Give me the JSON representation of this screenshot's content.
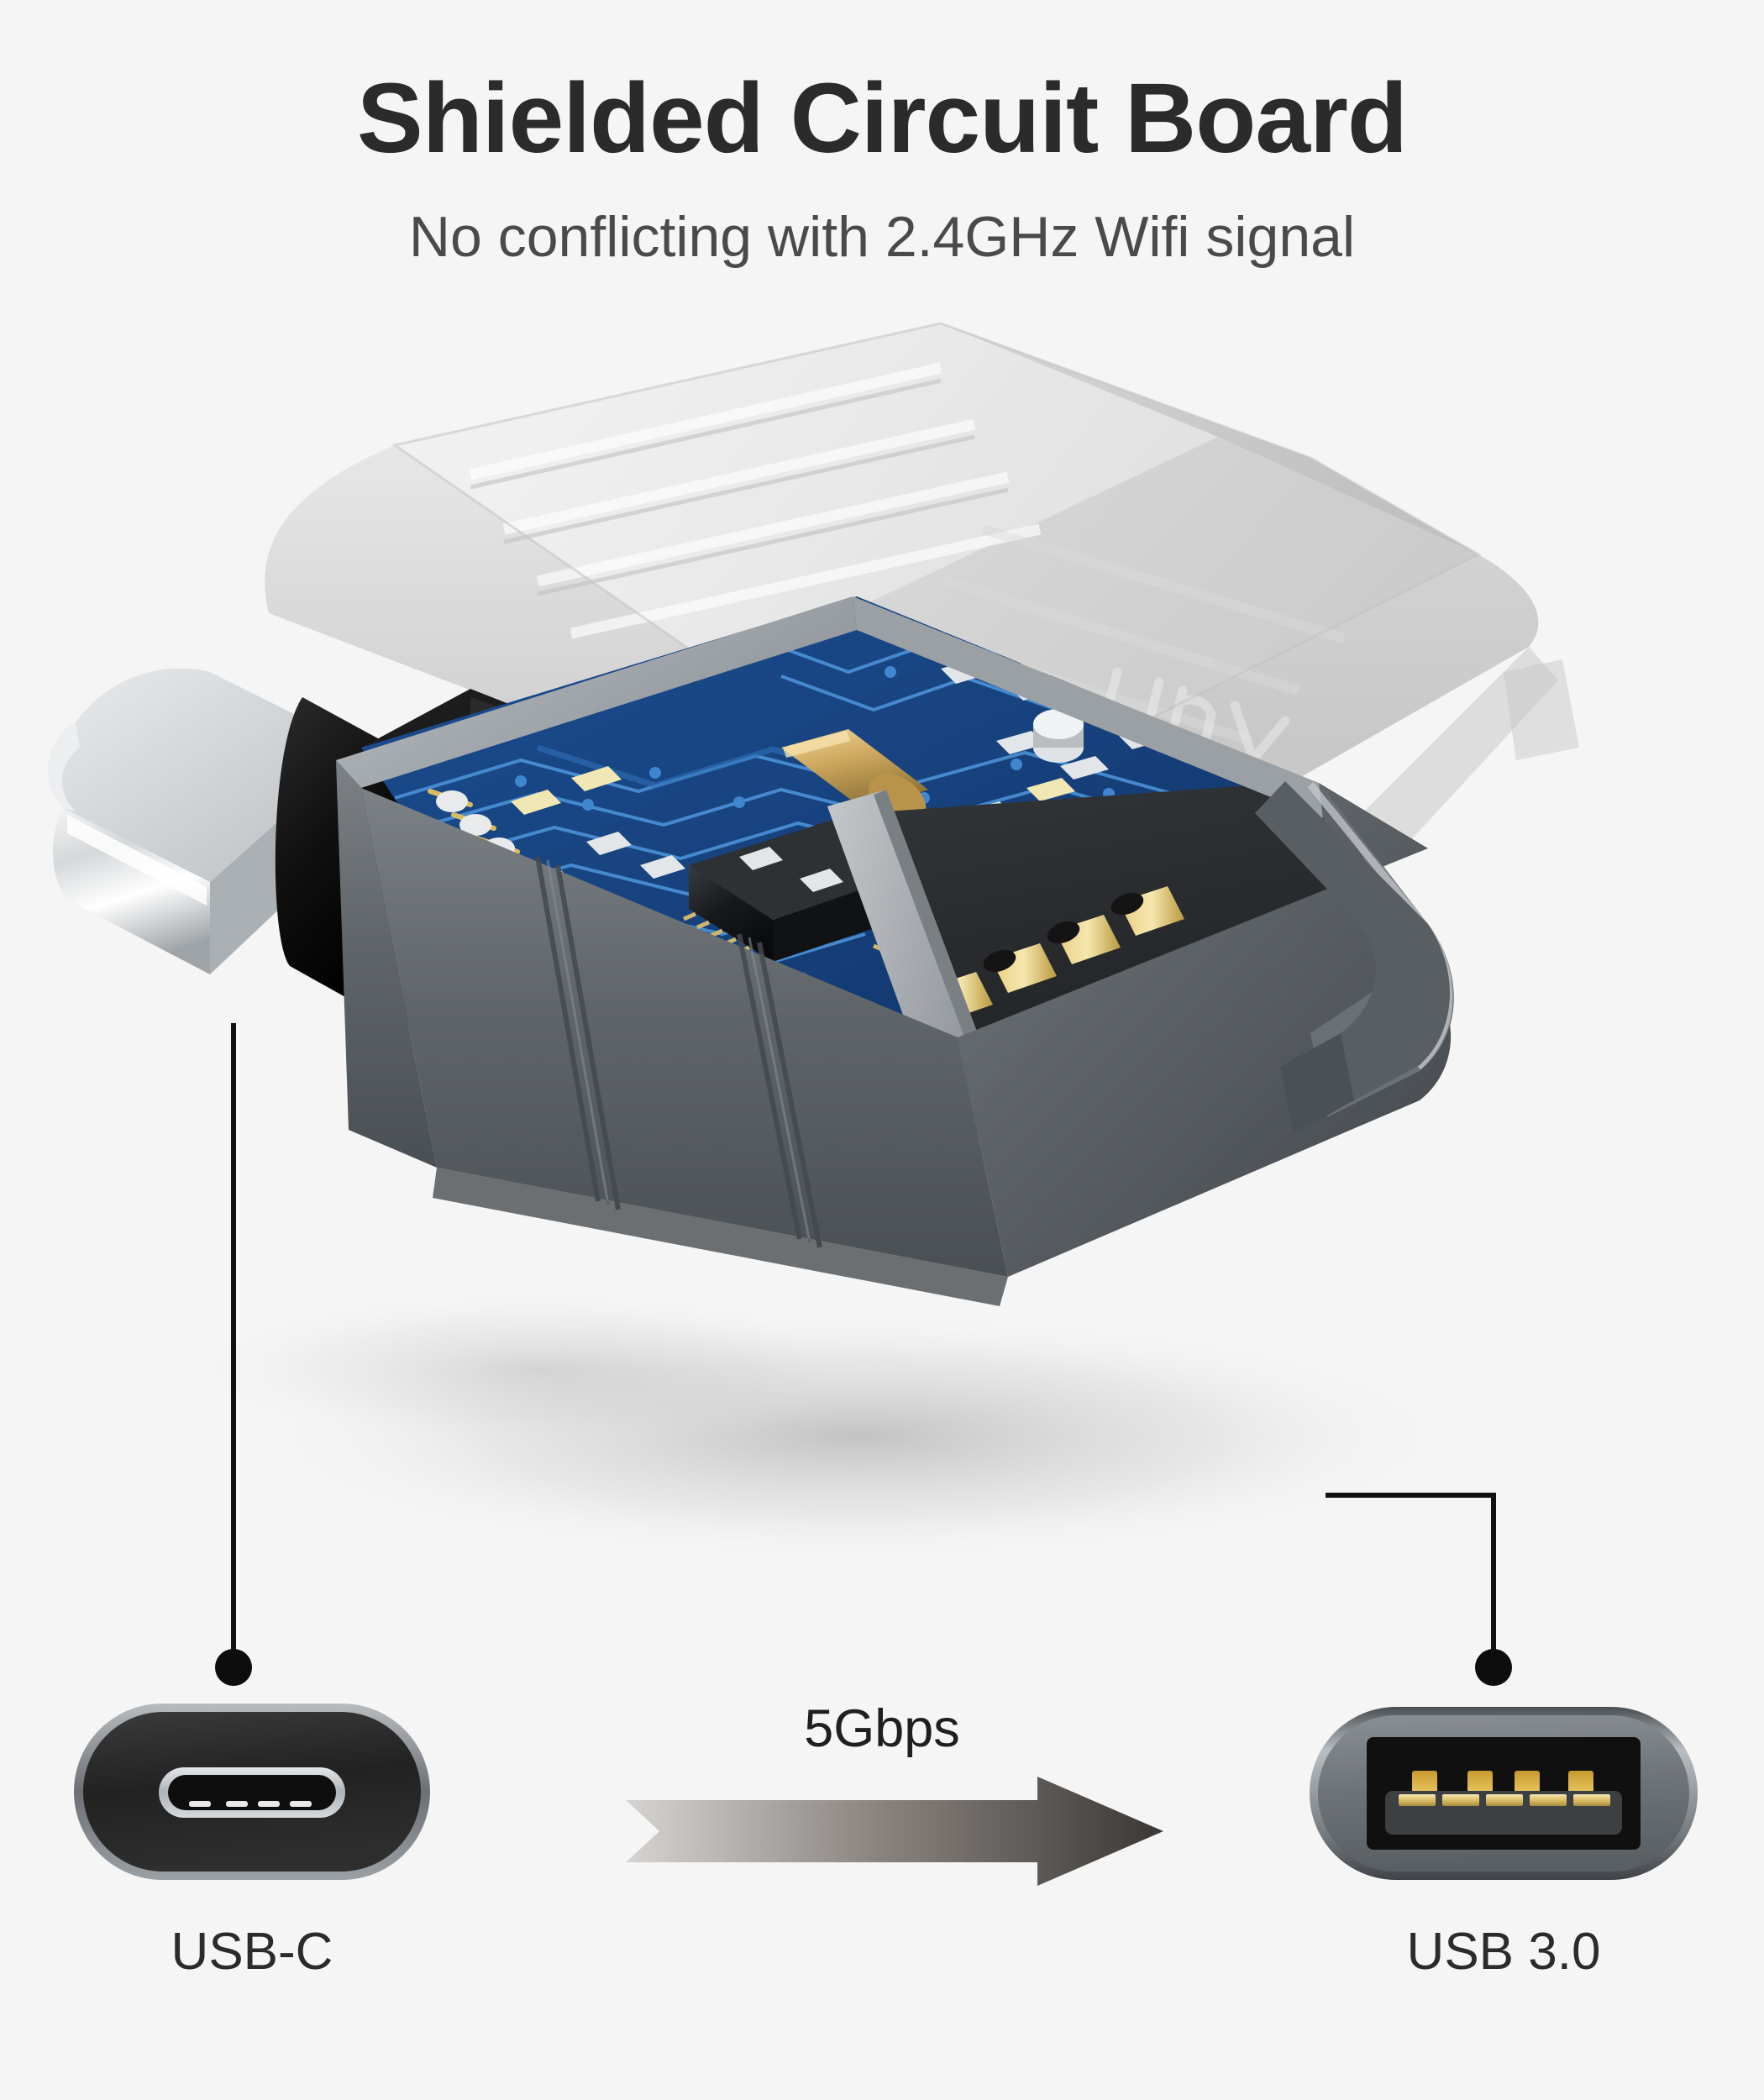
{
  "background_color": "#f5f5f5",
  "header": {
    "title": "Shielded Circuit Board",
    "subtitle": "No conflicting with 2.4GHz Wifi signal",
    "title_color": "#2b2b2b",
    "subtitle_color": "#4a4a4a"
  },
  "product": {
    "name": "usb-c-to-usb-a-adapter",
    "shield_cover": {
      "label": "translucent-shield-cover",
      "finish": "frosted translucent plastic with horizontal ribs",
      "color_light": "#e8e8e8",
      "color_dark": "#9a9a9a"
    },
    "housing": {
      "label": "metal-housing",
      "color": "#6e7378",
      "accent_dark": "#3a3d41"
    },
    "usb_c_plug": {
      "label": "usb-c-plug-tip",
      "shell_color": "#c9ccce",
      "collar_color": "#151515"
    },
    "pcb": {
      "label": "circuit-board",
      "substrate_color": "#14407e",
      "trace_color": "#4a8fd4",
      "chip_color": "#1a1a1a",
      "crystal_color": "#c9a253",
      "pad_gold": "#e8d08a",
      "pad_silver": "#d9dde0"
    },
    "usb_a_contacts": {
      "label": "usb-a-gold-contacts",
      "spring_tab_count": 4,
      "flat_pad_count": 4,
      "gold_color": "#d4b860",
      "cavity_color": "#2a2c2e"
    }
  },
  "callouts": [
    {
      "id": "callout-usb-c",
      "label": "USB-C",
      "side": "left",
      "dot_color": "#0d0d0d",
      "line_color": "#111111"
    },
    {
      "id": "callout-usb-a",
      "label": "USB 3.0",
      "side": "right",
      "dot_color": "#0d0d0d",
      "line_color": "#111111"
    }
  ],
  "bottom": {
    "left_port": {
      "name": "usb-c-port",
      "caption": "USB-C",
      "body_color": "#2b2b2b",
      "rim_color": "#9ea3a7",
      "slot_rim_color": "#c6cace",
      "slot_inner_color": "#141414",
      "pin_count": 4,
      "pin_color": "#e6e8ea"
    },
    "right_port": {
      "name": "usb-3-0-port",
      "caption": "USB 3.0",
      "body_color": "#6f7478",
      "rim_color": "#a9aeb2",
      "cavity_color": "#111111",
      "tongue_color": "#3d4043",
      "upper_tab_count": 4,
      "contact_pin_count": 5,
      "gold_color": "#e0c568"
    },
    "speed": {
      "name": "transfer-speed",
      "label": "5Gbps",
      "arrow_direction": "right",
      "gradient_from": "#d6d4d2",
      "gradient_to": "#3a3734"
    }
  }
}
